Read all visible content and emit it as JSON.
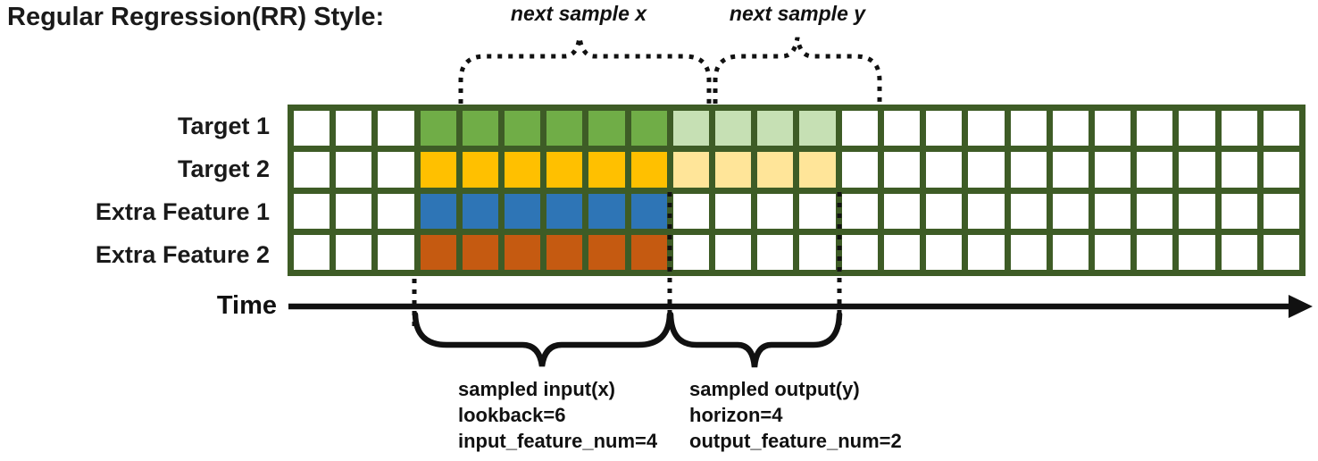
{
  "title": "Regular Regression(RR) Style:",
  "top_annotations": {
    "next_sample_x": "next sample x",
    "next_sample_y": "next sample y"
  },
  "time_axis": {
    "label": "Time"
  },
  "grid": {
    "columns": 24,
    "input_start": 3,
    "input_end": 9,
    "output_start": 9,
    "output_end": 13,
    "rows": [
      {
        "label": "Target 1",
        "input_color": "#70AD47",
        "output_color": "#C6E0B4"
      },
      {
        "label": "Target 2",
        "input_color": "#FFC000",
        "output_color": "#FFE599"
      },
      {
        "label": "Extra Feature 1",
        "input_color": "#2E75B6",
        "output_color": null
      },
      {
        "label": "Extra Feature 2",
        "input_color": "#C55A11",
        "output_color": null
      }
    ]
  },
  "bottom_annotations": {
    "input_block": [
      "sampled input(x)",
      "lookback=6",
      "input_feature_num=4"
    ],
    "output_block": [
      "sampled output(y)",
      "horizon=4",
      "output_feature_num=2"
    ]
  },
  "colors": {
    "grid_border": "#3E5C26",
    "ink": "#111111",
    "input_green": "#70AD47",
    "input_yellow": "#FFC000",
    "input_blue": "#2E75B6",
    "input_orange": "#C55A11",
    "output_light_green": "#C6E0B4",
    "output_light_yellow": "#FFE599"
  }
}
